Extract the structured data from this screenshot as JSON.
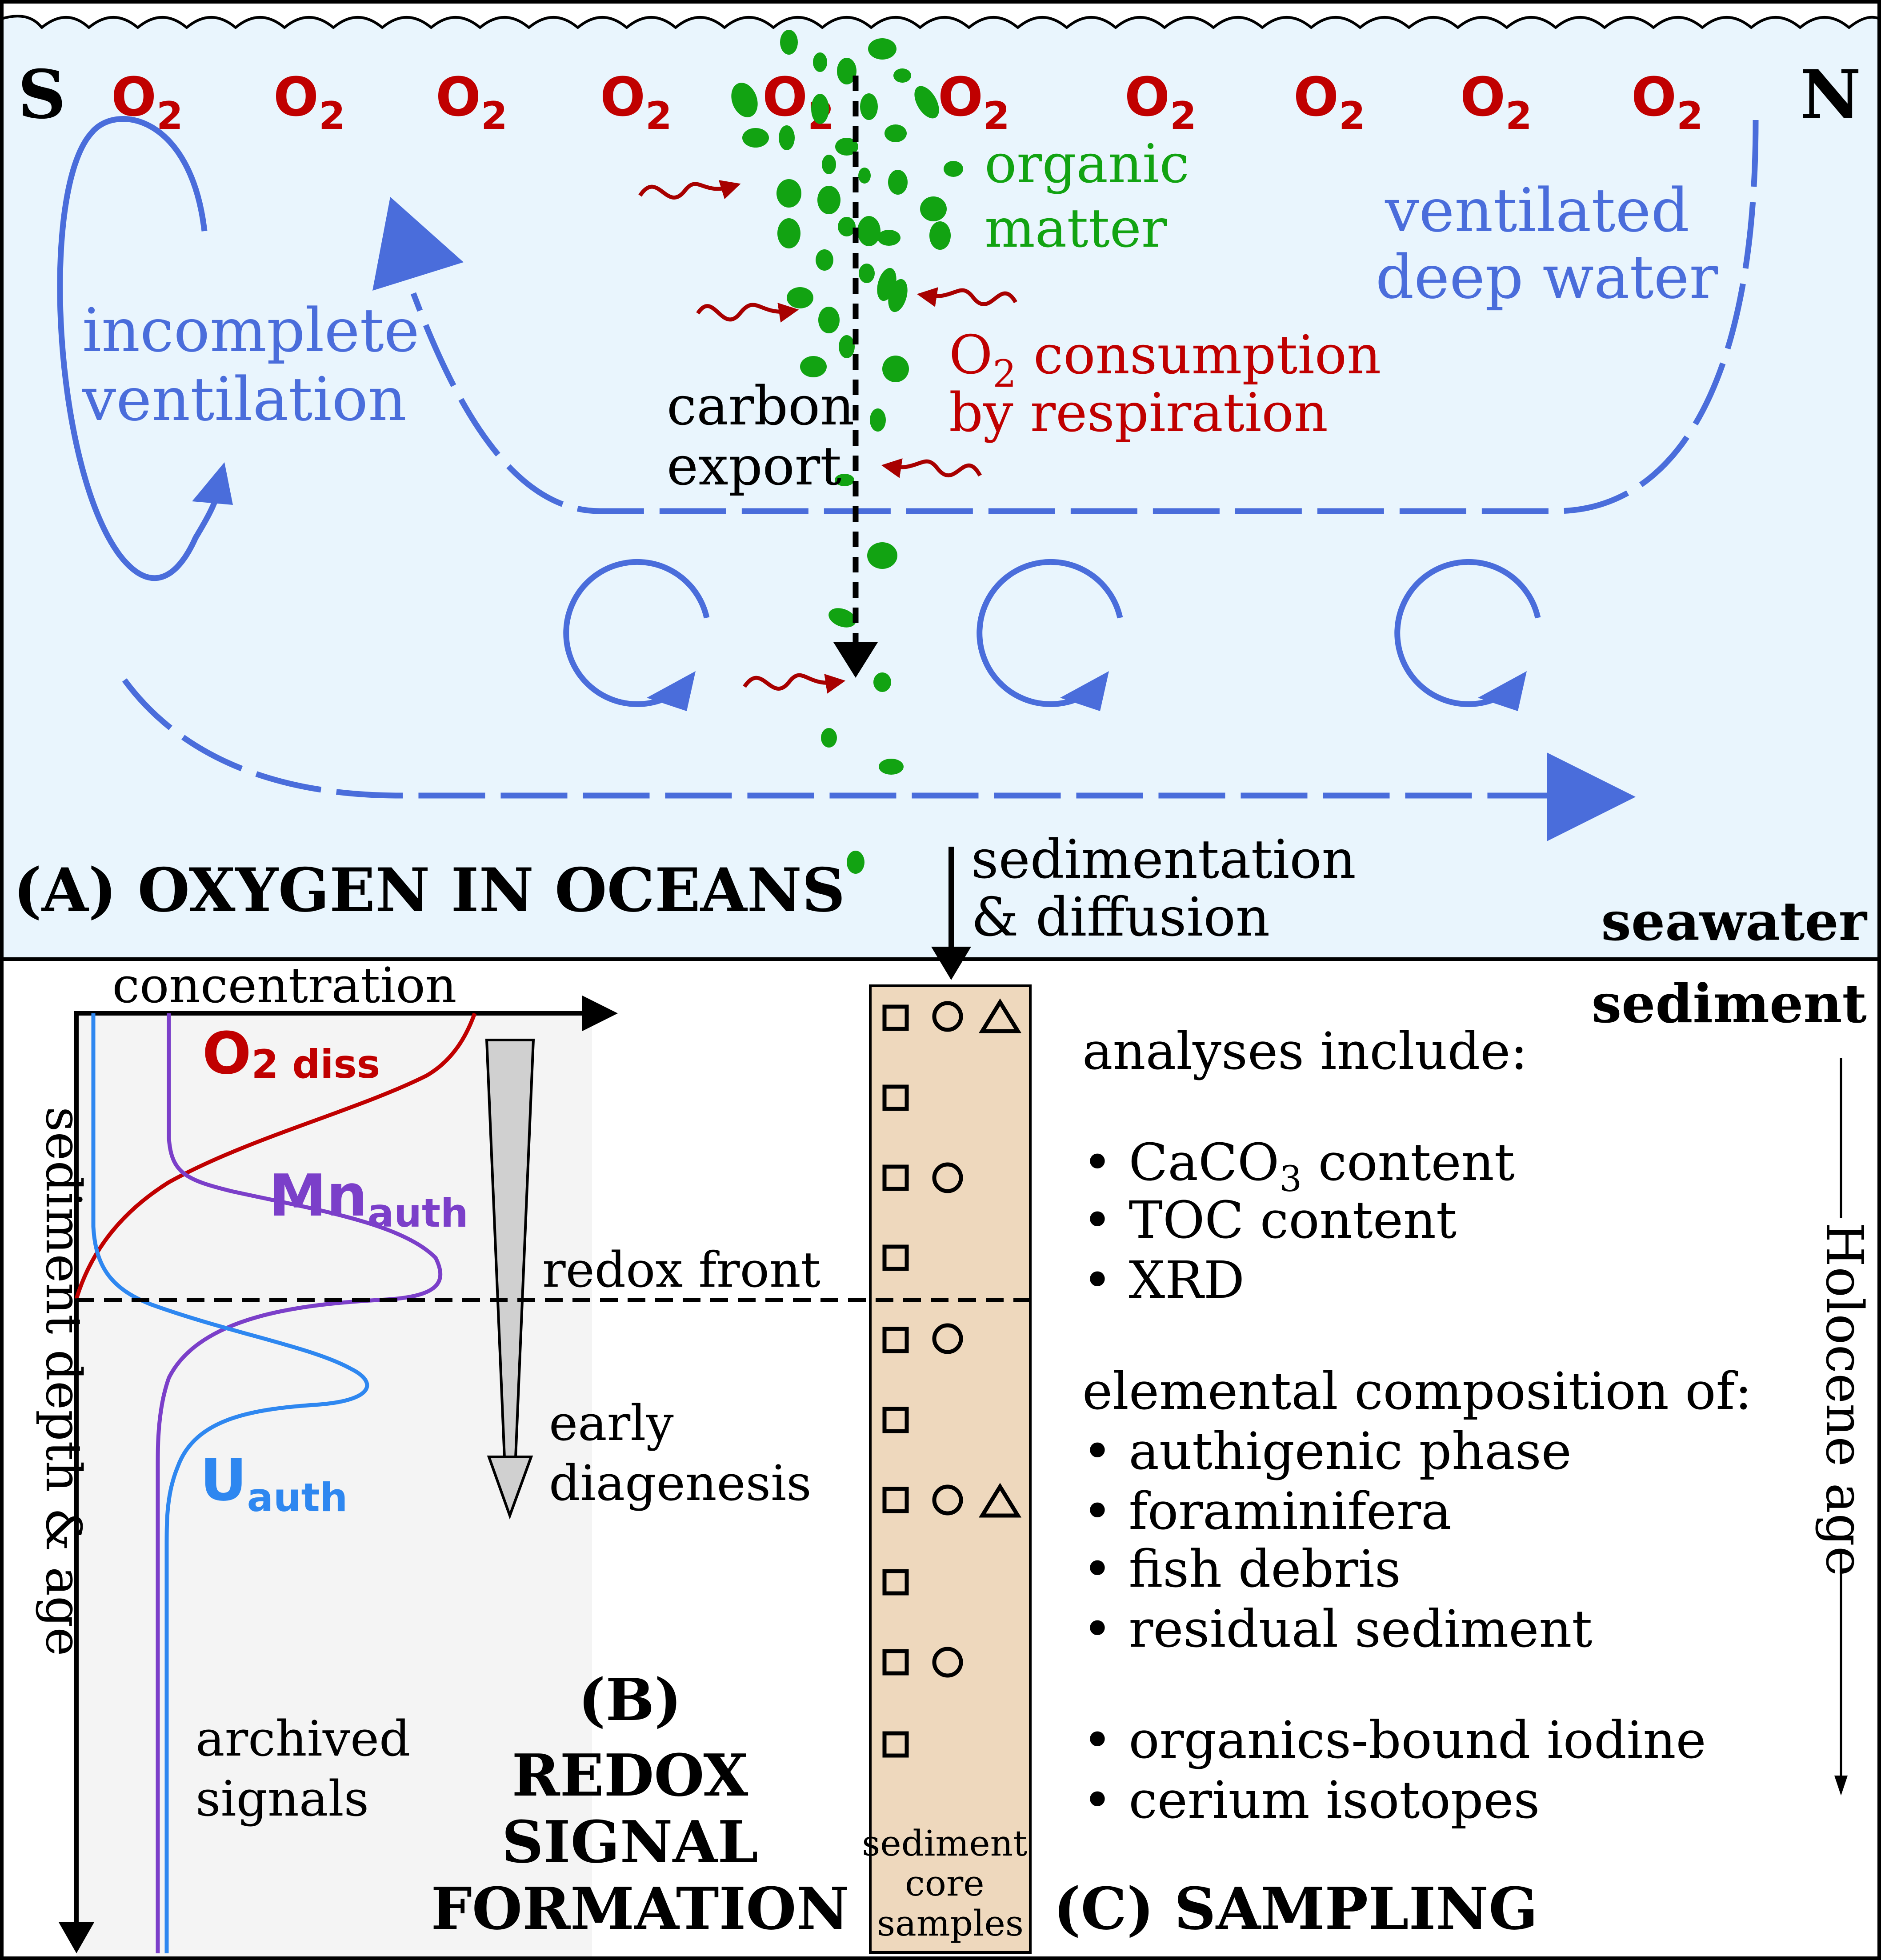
{
  "panel_a": {
    "south": "S",
    "north": "N",
    "o2_main": "O",
    "o2_sub": "2",
    "organic_matter": [
      "organic",
      "matter"
    ],
    "ventilated_deep_water": [
      "ventilated",
      "deep water"
    ],
    "incomplete_ventilation": [
      "incomplete",
      "ventilation"
    ],
    "o2_consumption": [
      "O",
      "2",
      " consumption",
      "by respiration"
    ],
    "carbon_export": [
      "carbon",
      "export"
    ],
    "sedimentation": [
      "sedimentation",
      "& diffusion"
    ],
    "title": "(A) OXYGEN IN OCEANS",
    "seawater": "seawater",
    "sediment": "sediment"
  },
  "panel_b": {
    "x_axis": "concentration",
    "y_axis": "sediment depth & age",
    "o2_diss": [
      "O",
      "2 diss"
    ],
    "mn_auth": [
      "Mn",
      "auth"
    ],
    "u_auth": [
      "U",
      "auth"
    ],
    "redox_front": "redox front",
    "early_diagenesis": [
      "early",
      "diagenesis"
    ],
    "archived_signals": [
      "archived",
      "signals"
    ],
    "title": [
      "(B)",
      "REDOX",
      "SIGNAL",
      "FORMATION"
    ]
  },
  "panel_c": {
    "core_label": [
      "sediment",
      "core",
      "samples"
    ],
    "analyses_header": "analyses include:",
    "analyses": [
      "• CaCO",
      "3",
      " content",
      "• TOC content",
      "• XRD"
    ],
    "elemental_header": "elemental composition of:",
    "elemental": [
      "• authigenic phase",
      "• foraminifera",
      "• fish debris",
      "• residual sediment"
    ],
    "other": [
      "• organics-bound iodine",
      "• cerium isotopes"
    ],
    "holocene": "Holocene age",
    "title": "(C) SAMPLING"
  },
  "colors": {
    "seawater_bg": "#e9f5fd",
    "ventilation": "#4a6ddb",
    "oxygen": "#c00000",
    "organic": "#12a312",
    "manganese": "#7b3fc9",
    "uranium": "#2e87f0",
    "core_fill": "#eed8bd",
    "panel_b_bg": "#f4f4f4"
  }
}
